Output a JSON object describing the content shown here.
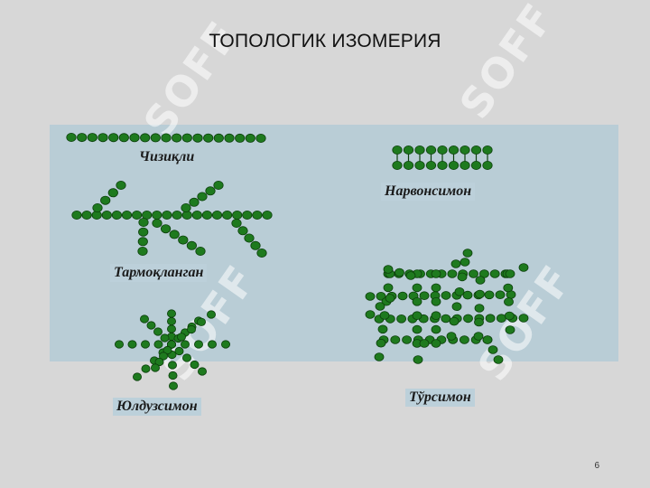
{
  "slide": {
    "title": "ТОПОЛОГИК ИЗОМЕРИЯ",
    "page_number": "6",
    "watermark": "SOFF"
  },
  "structures": {
    "linear": "Чизиқли",
    "ladder": "Нарвонсимон",
    "branched": "Тармоқланган",
    "star": "Юлдузсимон",
    "network": "Тўрсимон"
  },
  "colors": {
    "bead": "#1e7a1e",
    "bead_stroke": "#0c3f0c",
    "panel": "#b9cdd6",
    "background": "#d7d7d7"
  }
}
